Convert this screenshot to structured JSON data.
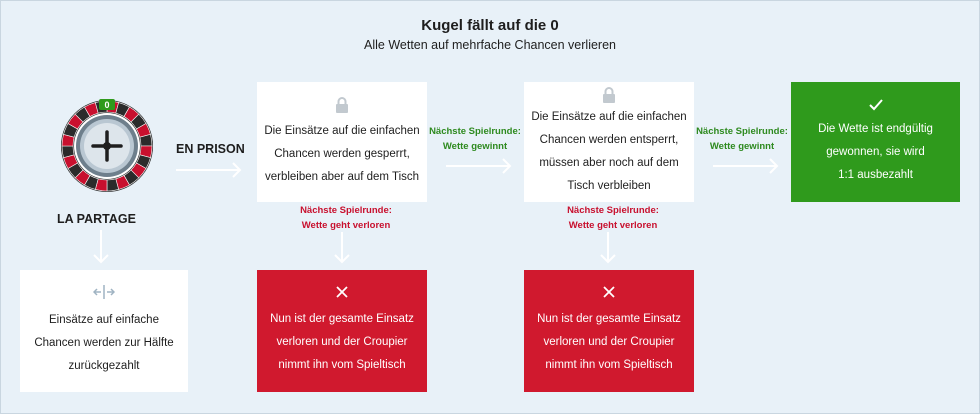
{
  "header": {
    "title": "Kugel fällt auf die 0",
    "subtitle": "Alle Wetten auf mehrfache Chancen verlieren"
  },
  "wheel": {
    "zero_label": "0"
  },
  "labels": {
    "la_partage": "LA PARTAGE",
    "en_prison": "EN PRISON"
  },
  "boxes": {
    "prison_locked": {
      "lines": [
        "Die Einsätze auf die einfachen",
        "Chancen werden gesperrt,",
        "verbleiben aber auf dem Tisch"
      ],
      "icon": "lock-icon"
    },
    "unlocked": {
      "lines": [
        "Die Einsätze auf die einfachen",
        "Chancen werden entsperrt,",
        "müssen aber noch auf dem",
        "Tisch verbleiben"
      ],
      "icon": "lock-icon"
    },
    "won": {
      "lines": [
        "Die Wette ist endgültig",
        "gewonnen, sie wird",
        "1:1 ausbezahlt"
      ],
      "icon": "check-icon"
    },
    "partage": {
      "lines": [
        "Einsätze auf einfache",
        "Chancen werden zur Hälfte",
        "zurückgezahlt"
      ],
      "icon": "split-icon"
    },
    "lost_1": {
      "lines": [
        "Nun ist der gesamte Einsatz",
        "verloren und der Croupier",
        "nimmt ihn vom Spieltisch"
      ],
      "icon": "close-icon"
    },
    "lost_2": {
      "lines": [
        "Nun ist der gesamte Einsatz",
        "verloren und der Croupier",
        "nimmt ihn vom Spieltisch"
      ],
      "icon": "close-icon"
    }
  },
  "arrow_labels": {
    "win_1": [
      "Nächste Spielrunde:",
      "Wette gewinnt"
    ],
    "win_2": [
      "Nächste Spielrunde:",
      "Wette gewinnt"
    ],
    "lose_1": [
      "Nächste Spielrunde:",
      "Wette geht verloren"
    ],
    "lose_2": [
      "Nächste Spielrunde:",
      "Wette geht verloren"
    ]
  },
  "colors": {
    "background": "#e8f1f8",
    "lose_red": "#d0192e",
    "win_green": "#2f9a1c",
    "arrow": "#ffffff"
  }
}
